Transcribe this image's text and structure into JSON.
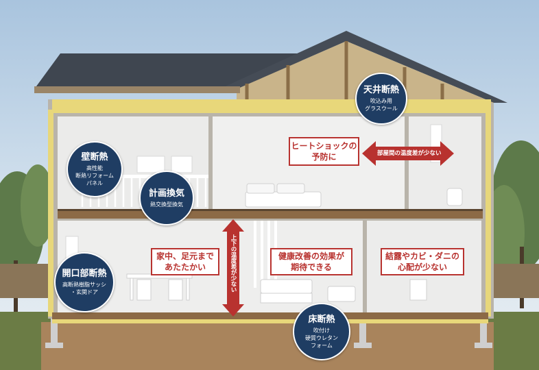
{
  "badges": {
    "ceiling": {
      "title": "天井断熱",
      "lines": [
        "吹込み用",
        "グラスウール"
      ]
    },
    "wall": {
      "title": "壁断熱",
      "lines": [
        "高性能",
        "断熱リフォーム",
        "パネル"
      ]
    },
    "ventilation": {
      "title": "計画換気",
      "lines": [
        "熱交換型換気"
      ]
    },
    "opening": {
      "title": "開口部断熱",
      "lines": [
        "高断熱樹脂サッシ",
        "・玄関ドア"
      ]
    },
    "floor": {
      "title": "床断熱",
      "lines": [
        "吹付け",
        "硬質ウレタン",
        "フォーム"
      ]
    }
  },
  "callouts": {
    "heatshock": [
      "ヒートショックの",
      "予防に"
    ],
    "warm": [
      "家中、足元まで",
      "あたたかい"
    ],
    "health": [
      "健康改善の効果が",
      "期待できる"
    ],
    "mold": [
      "結露やカビ・ダニの",
      "心配が少ない"
    ]
  },
  "arrows": {
    "horizontal": "部屋間の温度差が少ない",
    "vertical": "上下の温度差が少ない"
  },
  "colors": {
    "badge": "#1f3d63",
    "accent": "#b8322f",
    "insulation": "#e8d77a"
  }
}
